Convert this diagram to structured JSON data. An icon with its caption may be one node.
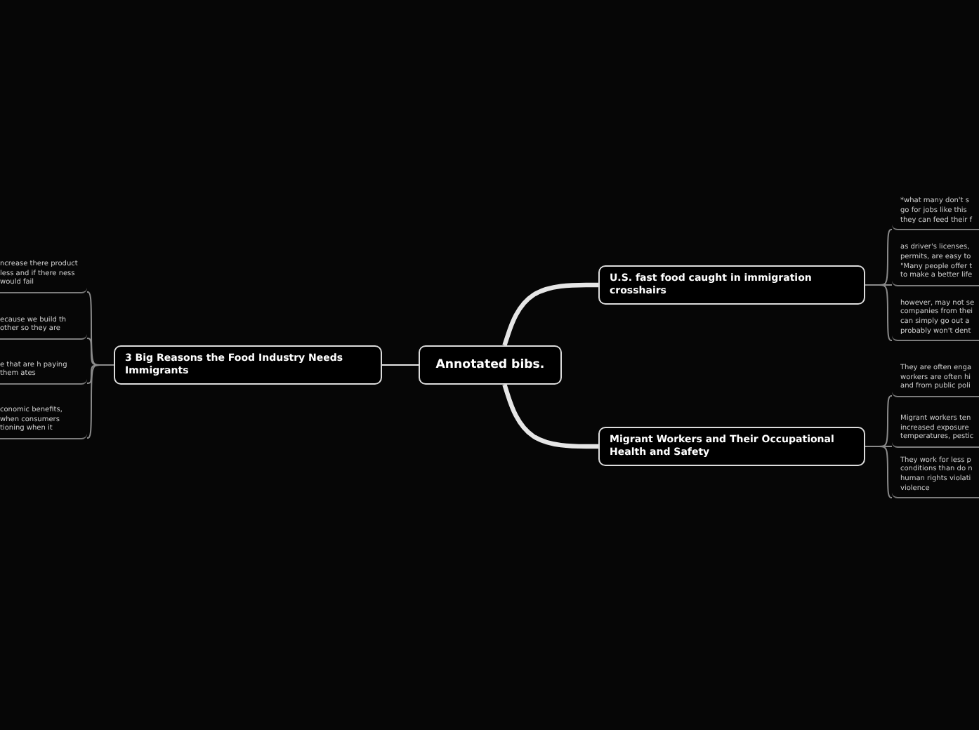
{
  "diagram": {
    "nodes": [
      {
        "text": [
          "Annotated bibs."
        ]
      },
      {
        "text": [
          "3 Big Reasons the Food Industry Needs Immigrants"
        ]
      },
      {
        "text": [
          "U.S. fast food caught in immigration crosshairs"
        ]
      },
      {
        "text": [
          "Migrant Workers and Their Occupational Health and Safety"
        ]
      },
      {
        "text": [
          "ncrease there product less and if there ness would fail"
        ]
      },
      {
        "text": [
          "ecause we build th other so they are"
        ]
      },
      {
        "text": [
          "e that are h paying them ates"
        ]
      },
      {
        "text": [
          "conomic benefits, when consumers tioning when it"
        ]
      },
      {
        "text": [
          "*what many don't s go for jobs like this they can feed their f"
        ]
      },
      {
        "text": [
          "as driver's licenses, permits, are easy to \"Many people offer t to make a better life"
        ]
      },
      {
        "text": [
          "however, may not se companies from thei can simply go out a probably won't dent"
        ]
      },
      {
        "text": [
          "They are often enga workers are often hi and from public poli"
        ]
      },
      {
        "text": [
          "Migrant workers ten increased exposure temperatures, pestic"
        ]
      },
      {
        "text": [
          "They work for less p conditions than do n human rights violati violence"
        ]
      }
    ],
    "edges": [
      {
        "from": 0,
        "to": 1,
        "arrow": "none",
        "color": "#e6e6e6"
      },
      {
        "from": 0,
        "to": 2,
        "arrow": "none",
        "style": "thick",
        "color": "#e6e6e6"
      },
      {
        "from": 0,
        "to": 3,
        "arrow": "none",
        "style": "thick",
        "color": "#e6e6e6"
      },
      {
        "from": 1,
        "to": 4,
        "arrow": "none"
      },
      {
        "from": 1,
        "to": 5,
        "arrow": "none"
      },
      {
        "from": 1,
        "to": 6,
        "arrow": "none"
      },
      {
        "from": 1,
        "to": 7,
        "arrow": "none"
      },
      {
        "from": 2,
        "to": 8,
        "arrow": "none"
      },
      {
        "from": 2,
        "to": 9,
        "arrow": "none"
      },
      {
        "from": 2,
        "to": 10,
        "arrow": "none"
      },
      {
        "from": 3,
        "to": 11,
        "arrow": "none"
      },
      {
        "from": 3,
        "to": 12,
        "arrow": "none"
      },
      {
        "from": 3,
        "to": 13,
        "arrow": "none"
      }
    ]
  }
}
